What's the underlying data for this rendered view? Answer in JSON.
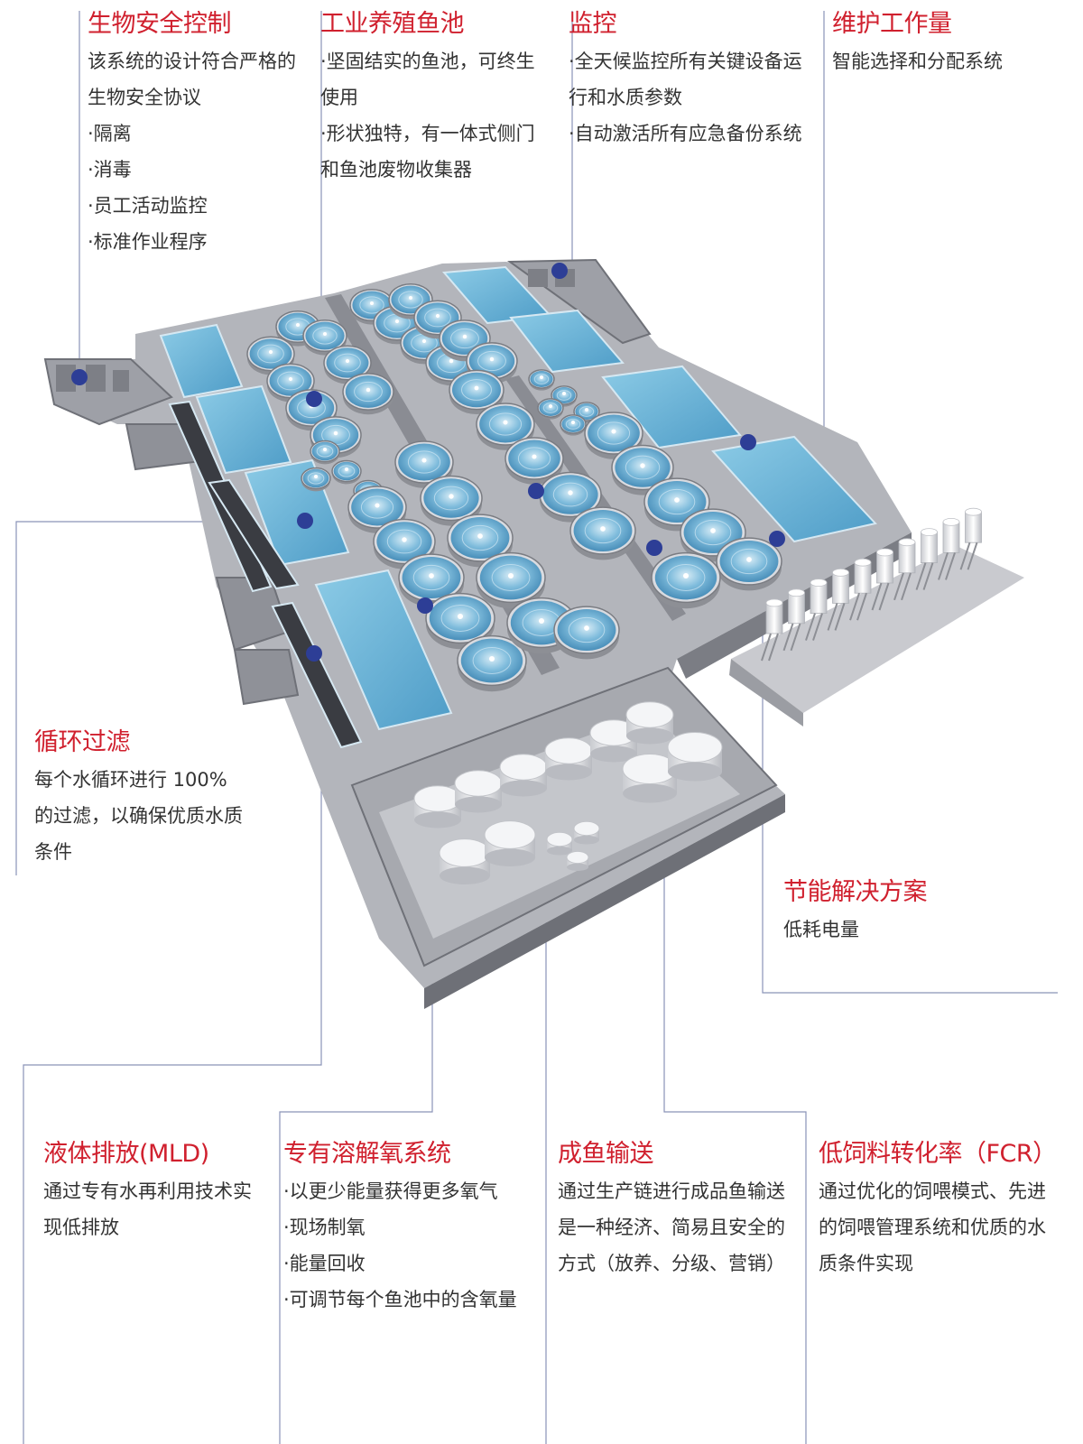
{
  "callouts": {
    "biosafety": {
      "title": "生物安全控制",
      "desc": "该系统的设计符合严格的生物安全协议",
      "bullets": [
        "·隔离",
        "·消毒",
        "·员工活动监控",
        "·标准作业程序"
      ]
    },
    "tanks": {
      "title": "工业养殖鱼池",
      "bullets": [
        "·坚固结实的鱼池，可终生使用",
        "·形状独特，有一体式侧门和鱼池废物收集器"
      ]
    },
    "monitoring": {
      "title": "监控",
      "bullets": [
        "·全天候监控所有关键设备运行和水质参数",
        "·自动激活所有应急备份系统"
      ]
    },
    "maintenance": {
      "title": "维护工作量",
      "desc": "智能选择和分配系统"
    },
    "filtration": {
      "title": "循环过滤",
      "desc": "每个水循环进行 100% 的过滤，以确保优质水质条件"
    },
    "energy": {
      "title": "节能解决方案",
      "desc": "低耗电量"
    },
    "discharge": {
      "title": "液体排放(MLD)",
      "desc": "通过专有水再利用技术实现低排放"
    },
    "oxygen": {
      "title": "专有溶解氧系统",
      "bullets": [
        "·以更少能量获得更多氧气",
        "·现场制氧",
        "·能量回收",
        "·可调节每个鱼池中的含氧量"
      ]
    },
    "transport": {
      "title": "成鱼输送",
      "desc": "通过生产链进行成品鱼输送是一种经济、简易且安全的方式（放养、分级、营销）"
    },
    "fcr": {
      "title": "低饲料转化率（FCR）",
      "desc": "通过优化的饲喂模式、先进的饲喂管理系统和优质的水质条件实现"
    }
  },
  "colors": {
    "title": "#d0202e",
    "dot": "#2d3e96",
    "line": "#8a93b8",
    "water": "#5aa7cf",
    "structure": "#8f9198"
  },
  "icons": [
    "marker-dot"
  ]
}
